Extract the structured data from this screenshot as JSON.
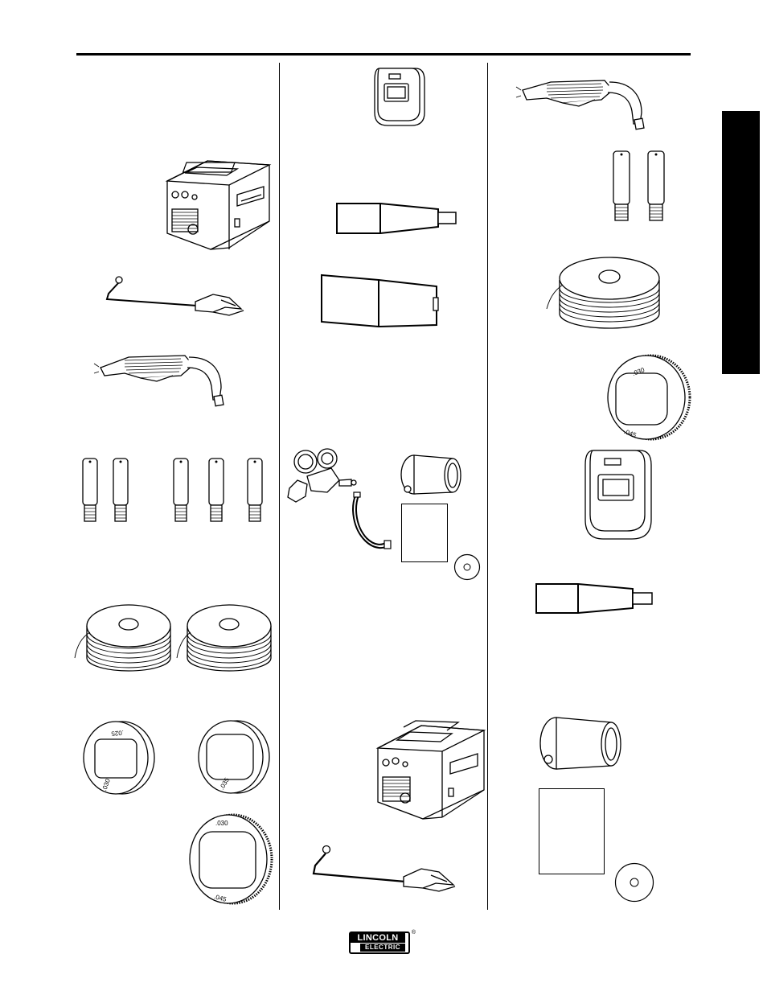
{
  "logo": {
    "top_text": "LINCOLN",
    "bottom_text": "ELECTRIC",
    "registered_mark": "®"
  },
  "drive_roll_labels": {
    "roll_a": ".025",
    "roll_a_bottom": ".030",
    "roll_b": ".035",
    "roll_c_top": ".030",
    "roll_c_bottom": ".045",
    "roll_right_top": ".030",
    "roll_right_bottom": ".045"
  },
  "icons": [
    "welder-machine-icon",
    "work-clamp-cable-icon",
    "mig-gun-icon",
    "contact-tip-icon",
    "wire-spool-icon",
    "drive-roll-icon",
    "welding-helmet-icon",
    "gas-nozzle-icon",
    "gas-regulator-icon",
    "gas-hose-icon",
    "spindle-adapter-icon",
    "instruction-manual-icon",
    "cd-disc-icon"
  ]
}
